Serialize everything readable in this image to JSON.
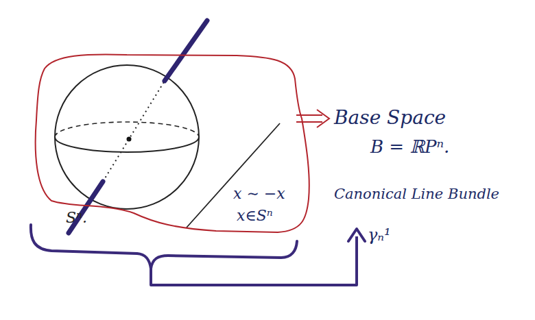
{
  "diagram": {
    "nodes": [
      {
        "text": [
          "x ∼ −x",
          "x∈Sⁿ"
        ]
      }
    ],
    "labels": [
      "Sⁿ.",
      "Base Space",
      "B = ℝPⁿ.",
      "Canonical Line Bundle",
      "γₙ¹"
    ]
  }
}
